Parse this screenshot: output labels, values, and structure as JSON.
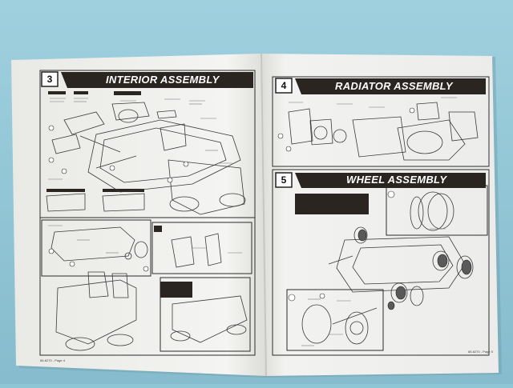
{
  "booklet": {
    "left_page": {
      "step3": {
        "number": "3",
        "title": "INTERIOR ASSEMBLY"
      },
      "footer": "85-6270 - Page 4"
    },
    "right_page": {
      "step4": {
        "number": "4",
        "title": "RADIATOR ASSEMBLY"
      },
      "step5": {
        "number": "5",
        "title": "WHEEL ASSEMBLY"
      },
      "footer": "85-6270 - Page 5"
    }
  },
  "colors": {
    "background": "#8fc6d6",
    "paper": "#f1f1ef",
    "banner": "#2b2521",
    "ink": "#3a3a3a"
  }
}
